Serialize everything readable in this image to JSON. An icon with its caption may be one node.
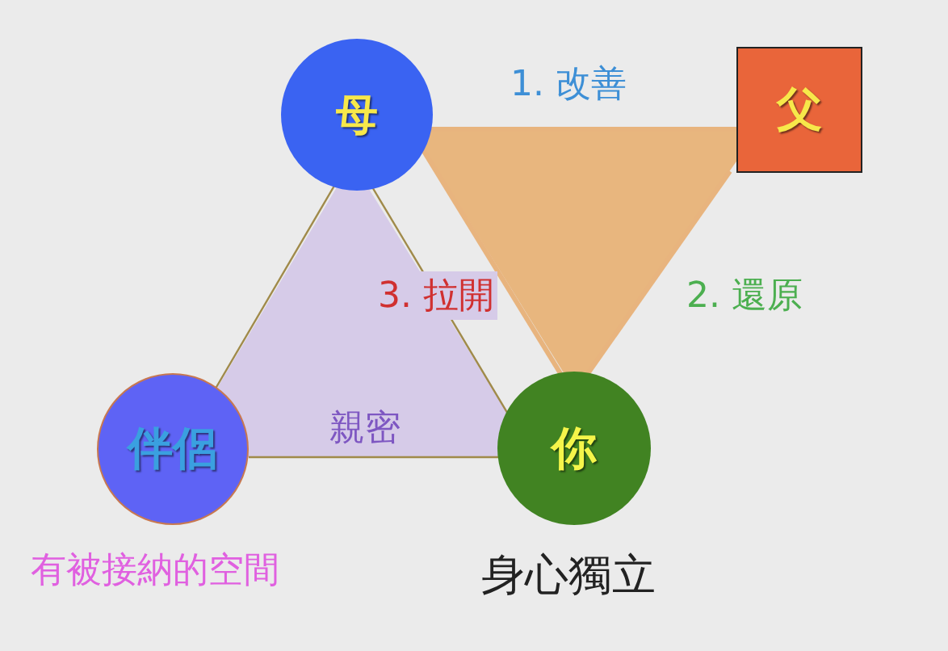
{
  "diagram": {
    "nodes": [
      {
        "text": [
          "母"
        ]
      },
      {
        "text": [
          "父"
        ]
      },
      {
        "text": [
          "伴侶"
        ],
        "beside": [
          "有被接納的空間"
        ]
      },
      {
        "text": [
          "你"
        ],
        "beside": [
          "身心獨立"
        ]
      }
    ],
    "edges": [
      {
        "from": 0,
        "to": 2,
        "arrow": "none",
        "color": "#a08a4a"
      },
      {
        "from": 2,
        "to": 3,
        "arrow": "none",
        "label": "親密",
        "color": "#a08a4a"
      },
      {
        "from": 3,
        "to": 0,
        "arrow": "none",
        "label": "3. 拉開",
        "color": "#a08a4a"
      },
      {
        "from": 0,
        "to": 1,
        "arrow": "none",
        "label": "1. 改善",
        "style": "thick",
        "color": "#e8b47e"
      },
      {
        "from": 1,
        "to": 3,
        "arrow": "none",
        "label": "2. 還原",
        "style": "thick",
        "color": "#e8b47e"
      },
      {
        "from": 0,
        "to": 3,
        "arrow": "none",
        "style": "thick",
        "color": "#e8b47e"
      }
    ]
  }
}
